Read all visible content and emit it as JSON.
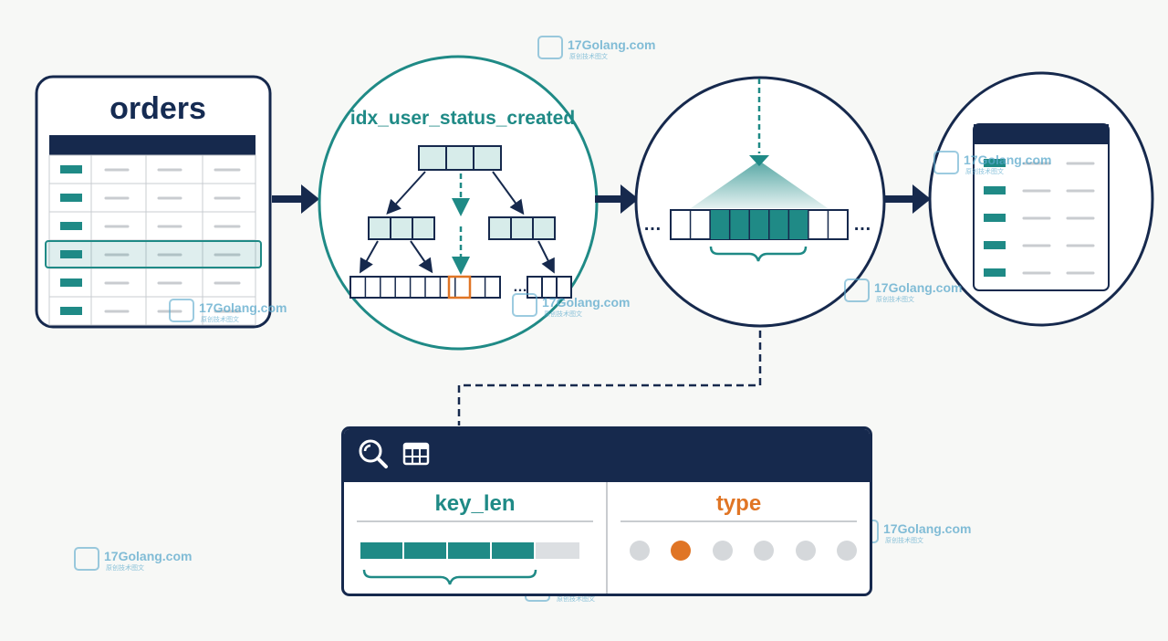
{
  "table": {
    "title": "orders",
    "row_count": 6,
    "highlight_row": 3
  },
  "index": {
    "name": "idx_user_status_created"
  },
  "range_scan": {
    "ellipsis_left": "…",
    "ellipsis_right": "…"
  },
  "explain_panel": {
    "key_len_label": "key_len",
    "type_label": "type",
    "key_len_fill_fraction": 0.8,
    "key_len_segments": 4,
    "type_options_count": 6,
    "type_selected_index": 1,
    "search_icon": "search-icon",
    "table_icon": "table-grid-icon"
  },
  "watermark": {
    "text": "17Golang.com",
    "subtext": "原创技术图文"
  },
  "colors": {
    "navy": "#16294d",
    "teal": "#1f8a86",
    "teal_light": "#d7ecea",
    "orange": "#e07525",
    "gray": "#d5d8db",
    "background": "#f7f8f6"
  }
}
